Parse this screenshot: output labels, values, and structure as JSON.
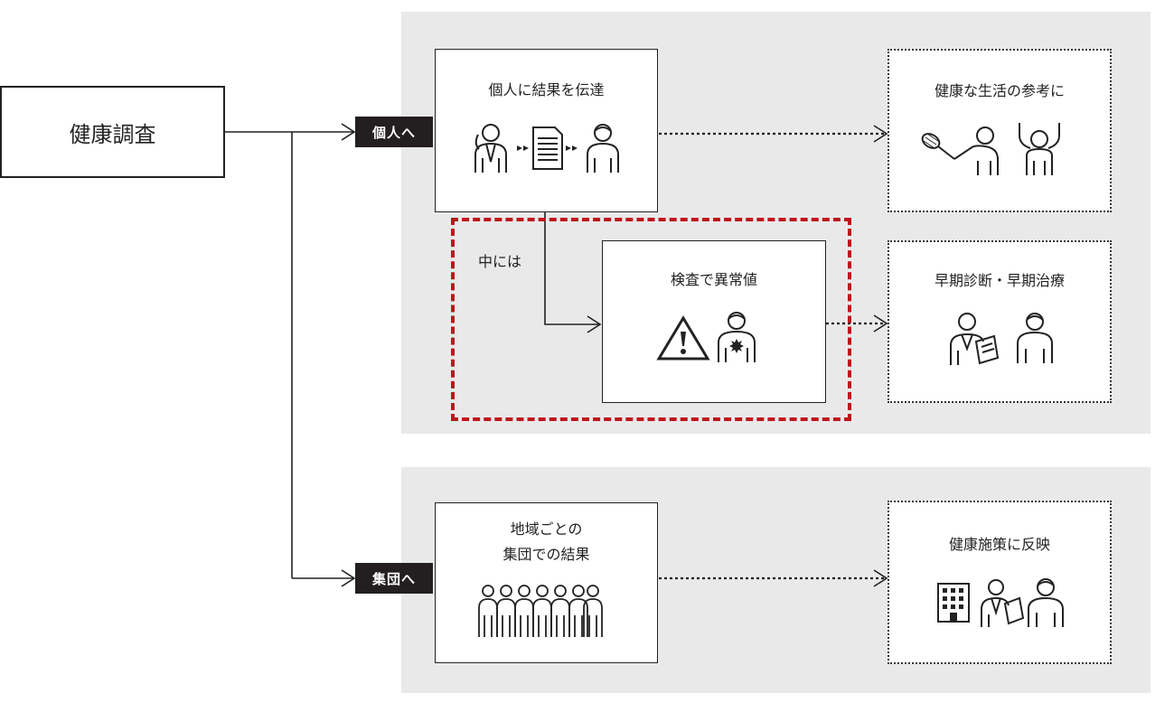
{
  "root": {
    "label": "健康調査"
  },
  "branches": {
    "individual": {
      "tag": "個人へ"
    },
    "group": {
      "tag": "集団へ"
    }
  },
  "boxes": {
    "notify": {
      "title": "個人に結果を伝達",
      "icons": [
        "doctor-icon",
        "document-icon",
        "person-icon"
      ]
    },
    "healthy_life": {
      "title": "健康な生活の参考に",
      "icons": [
        "tennis-icon",
        "cheering-person-icon"
      ]
    },
    "abnormal": {
      "title": "検査で異常値",
      "icons": [
        "warning-icon",
        "patient-icon"
      ]
    },
    "early_care": {
      "title": "早期診断・早期治療",
      "icons": [
        "doctor-with-chart-icon",
        "person-icon"
      ]
    },
    "regional": {
      "title_line1": "地域ごとの",
      "title_line2": "集団での結果",
      "icons": [
        "crowd-icon"
      ]
    },
    "policy": {
      "title": "健康施策に反映",
      "icons": [
        "building-icon",
        "official-icon",
        "person-icon"
      ]
    }
  },
  "highlight": {
    "label": "中には",
    "color": "#c0141c"
  },
  "colors": {
    "panel": "#e9e9e9",
    "tag": "#231f20",
    "line": "#222222",
    "accent": "#c0141c"
  }
}
